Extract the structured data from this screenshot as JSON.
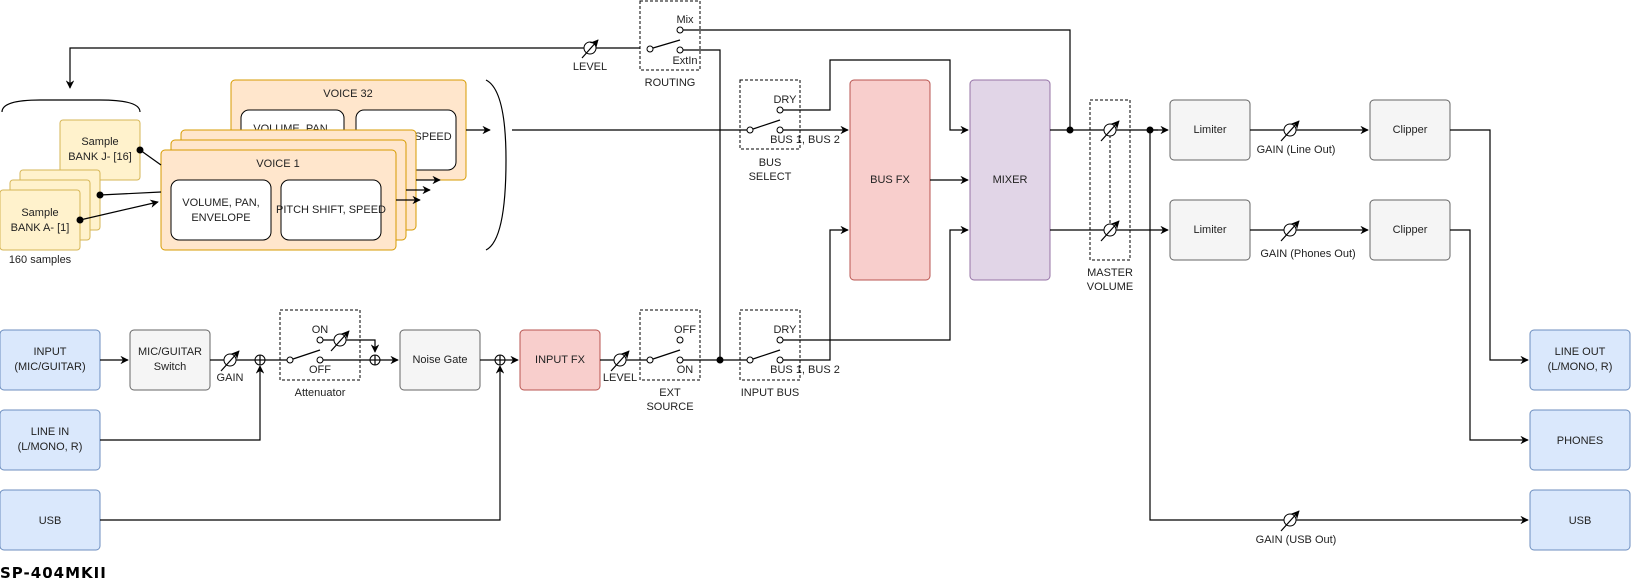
{
  "title": "SP-404MKII",
  "colors": {
    "io_fill": "#dae8fc",
    "process_fill": "#f5f5f5",
    "fx_fill": "#f8cecc",
    "mixer_fill": "#e1d5e7",
    "voice_fill": "#ffe6cc",
    "sample_fill": "#fff2cc"
  },
  "samples": {
    "top_label": "Sample",
    "top_bank": "BANK J- [16]",
    "bottom_label": "Sample",
    "bottom_bank": "BANK A- [1]",
    "count_label": "160 samples"
  },
  "voices": {
    "back_title": "VOICE 32",
    "back_left": "VOLUME, PAN,",
    "back_right": ", SPEED",
    "front_title": "VOICE 1",
    "front_left_line1": "VOLUME, PAN,",
    "front_left_line2": "ENVELOPE",
    "front_right": "PITCH SHIFT, SPEED"
  },
  "routing": {
    "level_label": "LEVEL",
    "switch_label": "ROUTING",
    "mix": "Mix",
    "extin": "ExtIn"
  },
  "bus_select": {
    "dry": "DRY",
    "bus": "BUS 1, BUS 2",
    "label_line1": "BUS",
    "label_line2": "SELECT"
  },
  "bus_fx": "BUS FX",
  "mixer": "MIXER",
  "master_volume": {
    "line1": "MASTER",
    "line2": "VOLUME"
  },
  "outputs_chain": {
    "limiter": "Limiter",
    "clipper": "Clipper",
    "gain_line": "GAIN (Line Out)",
    "gain_phones": "GAIN (Phones Out)",
    "gain_usb": "GAIN (USB Out)"
  },
  "inputs": {
    "input_line1": "INPUT",
    "input_line2": "(MIC/GUITAR)",
    "linein_line1": "LINE IN",
    "linein_line2": "(L/MONO, R)",
    "usb": "USB"
  },
  "input_chain": {
    "switch_line1": "MIC/GUITAR",
    "switch_line2": "Switch",
    "gain": "GAIN",
    "att_on": "ON",
    "att_off": "OFF",
    "attenuator": "Attenuator",
    "noise_gate": "Noise Gate",
    "input_fx": "INPUT FX",
    "level": "LEVEL",
    "ext_off": "OFF",
    "ext_on": "ON",
    "ext_line1": "EXT",
    "ext_line2": "SOURCE",
    "ib_dry": "DRY",
    "ib_bus": "BUS 1, BUS 2",
    "input_bus": "INPUT BUS"
  },
  "outputs": {
    "lineout_line1": "LINE OUT",
    "lineout_line2": "(L/MONO, R)",
    "phones": "PHONES",
    "usb": "USB"
  }
}
